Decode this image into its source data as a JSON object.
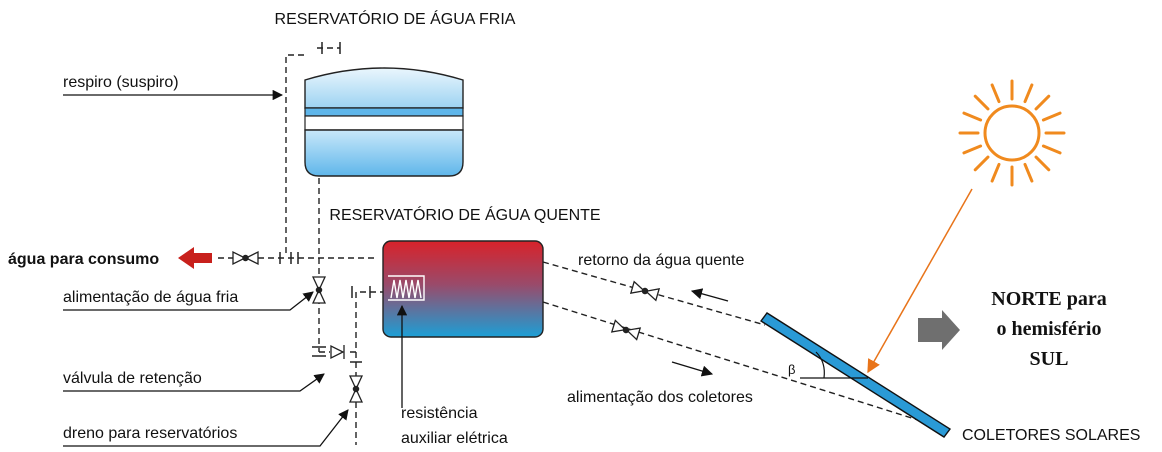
{
  "labels": {
    "cold_reservoir": "RESERVATÓRIO DE ÁGUA FRIA",
    "hot_reservoir": "RESERVATÓRIO DE ÁGUA QUENTE",
    "vent": "respiro (suspiro)",
    "consumption": "água para consumo",
    "cold_feed": "alimentação de água fria",
    "check_valve": "válvula de retenção",
    "drain": "dreno para reservatórios",
    "resistance_line1": "resistência",
    "resistance_line2": "auxiliar elétrica",
    "hot_return": "retorno da água quente",
    "collector_feed": "alimentação dos coletores",
    "collectors": "COLETORES SOLARES",
    "angle": "β",
    "north_line1": "NORTE para",
    "north_line2": "o hemisfério",
    "north_line3": "SUL"
  },
  "colors": {
    "consumption_arrow": "#c8201c",
    "sun": "#f08a1e",
    "sun_ray": "#e8741a",
    "collector_fill": "#2a9ad6",
    "north_arrow": "#6f6f6f",
    "hot_top": "#d8222a",
    "hot_bottom": "#1c9fd6",
    "cold_tank": "#8ccbef"
  }
}
